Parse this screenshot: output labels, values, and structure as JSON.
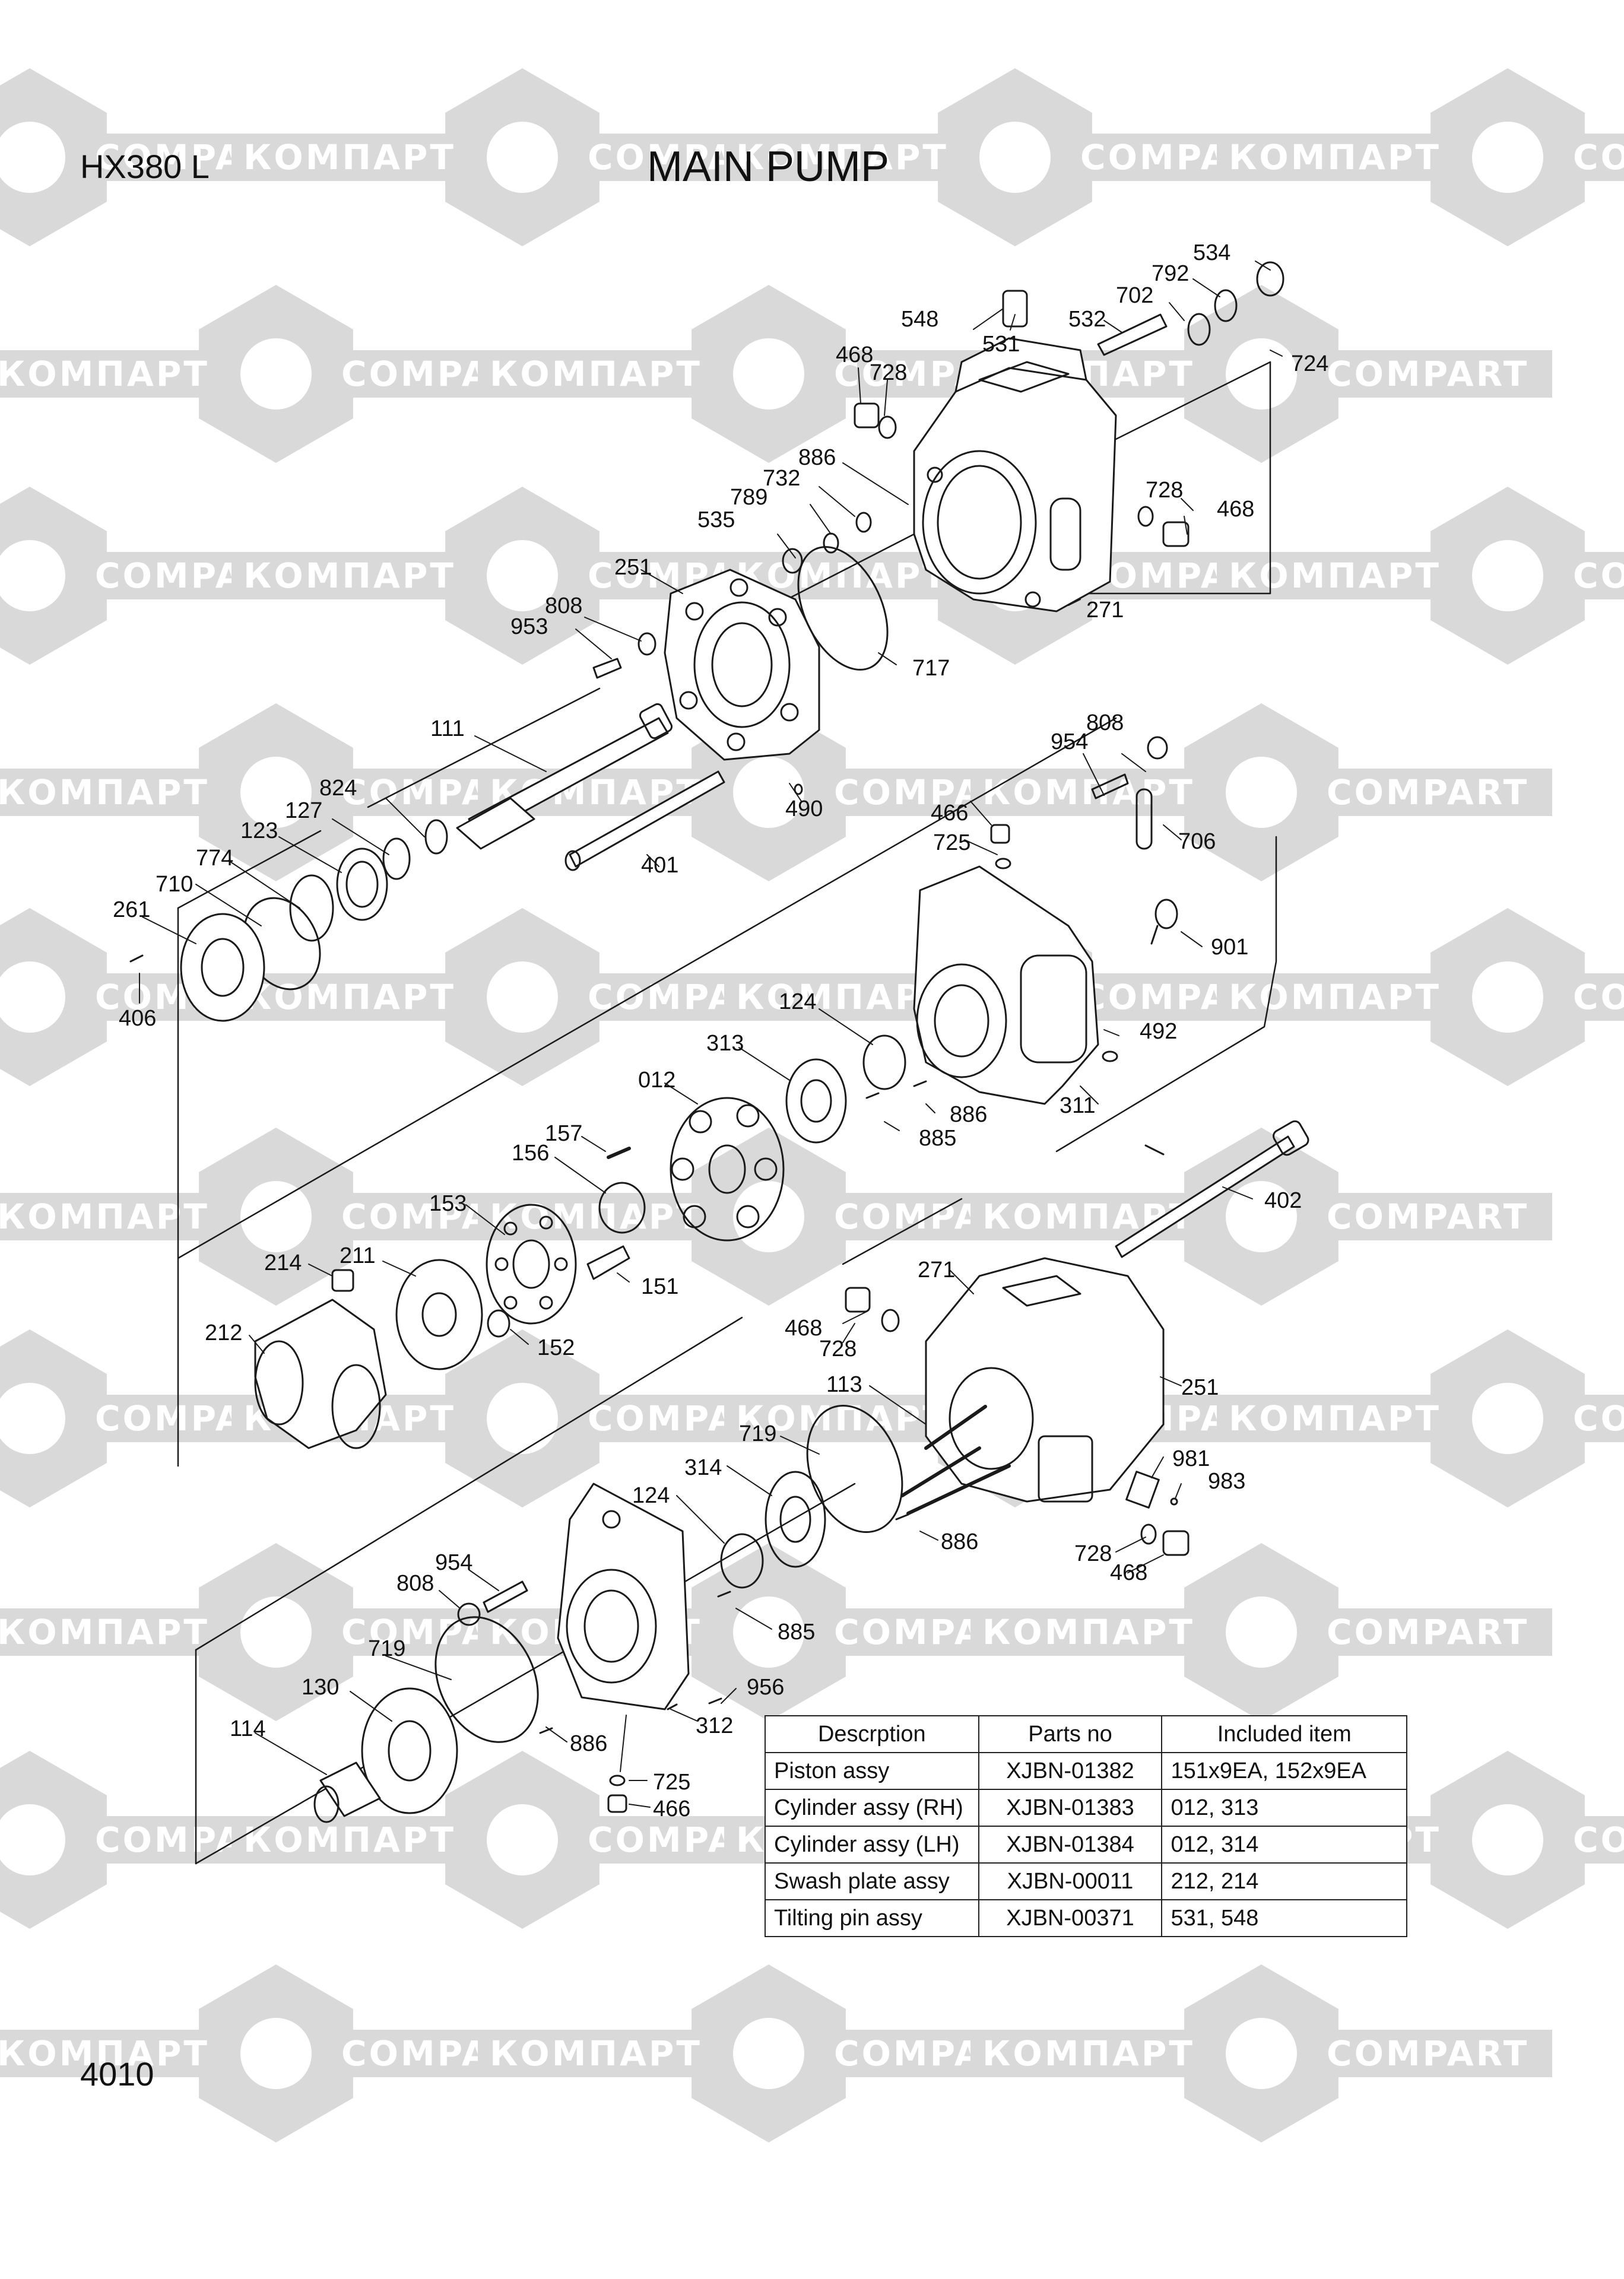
{
  "header": {
    "model": "HX380 L",
    "title": "MAIN PUMP"
  },
  "footer": {
    "page_number": "4010"
  },
  "watermark": {
    "brand_latin": "COMPART",
    "brand_cyrillic": "КОМПАРТ",
    "color": "#d9d9d9"
  },
  "callouts": {
    "c534": "534",
    "c792": "792",
    "c702": "702",
    "c532": "532",
    "c548": "548",
    "c531": "531",
    "c724": "724",
    "c468a": "468",
    "c728a": "728",
    "c886a": "886",
    "c732": "732",
    "c789": "789",
    "c535": "535",
    "c728b": "728",
    "c468b": "468",
    "c251a": "251",
    "c808a": "808",
    "c953": "953",
    "c271a": "271",
    "c717": "717",
    "c111": "111",
    "c490": "490",
    "c824": "824",
    "c127": "127",
    "c123": "123",
    "c774": "774",
    "c710": "710",
    "c261": "261",
    "c406": "406",
    "c401": "401",
    "c808b": "808",
    "c954a": "954",
    "c466a": "466",
    "c725a": "725",
    "c706": "706",
    "c901": "901",
    "c124a": "124",
    "c313": "313",
    "c492": "492",
    "c012": "012",
    "c886b": "886",
    "c311": "311",
    "c885a": "885",
    "c157": "157",
    "c156": "156",
    "c402": "402",
    "c153": "153",
    "c214": "214",
    "c211": "211",
    "c151": "151",
    "c212": "212",
    "c152": "152",
    "c271b": "271",
    "c468c": "468",
    "c728c": "728",
    "c113": "113",
    "c251b": "251",
    "c719a": "719",
    "c314": "314",
    "c124b": "124",
    "c981": "981",
    "c983": "983",
    "c886c": "886",
    "c728d": "728",
    "c468d": "468",
    "c954b": "954",
    "c808c": "808",
    "c885b": "885",
    "c719b": "719",
    "c130": "130",
    "c956": "956",
    "c312": "312",
    "c114": "114",
    "c886d": "886",
    "c725b": "725",
    "c466b": "466"
  },
  "parts_table": {
    "headers": [
      "Descrption",
      "Parts no",
      "Included item"
    ],
    "rows": [
      [
        "Piston assy",
        "XJBN-01382",
        "151x9EA, 152x9EA"
      ],
      [
        "Cylinder assy (RH)",
        "XJBN-01383",
        "012, 313"
      ],
      [
        "Cylinder assy (LH)",
        "XJBN-01384",
        "012, 314"
      ],
      [
        "Swash plate assy",
        "XJBN-00011",
        "212, 214"
      ],
      [
        "Tilting pin assy",
        "XJBN-00371",
        "531, 548"
      ]
    ]
  }
}
